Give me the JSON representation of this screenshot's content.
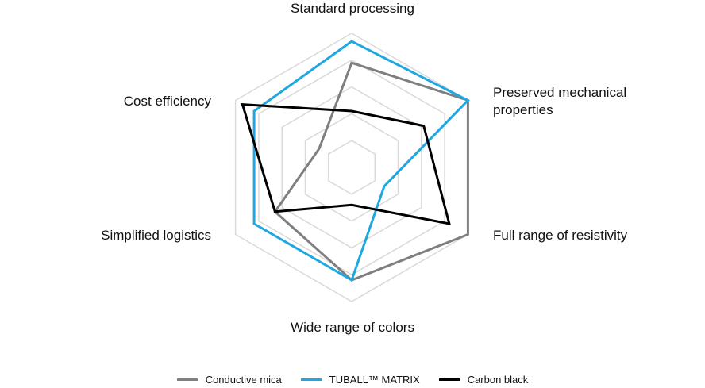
{
  "chart_data": {
    "type": "radar",
    "axes": [
      "Standard processing",
      "Preserved mechanical properties",
      "Full range of resistivity",
      "Wide range of colors",
      "Simplified logistics",
      "Cost efficiency"
    ],
    "rmax": 5,
    "grid_levels": [
      1,
      2,
      3,
      4,
      5
    ],
    "grid_color": "#d9d9d9",
    "series": [
      {
        "name": "Conductive mica",
        "color": "#7f7f7f",
        "values": [
          3.9,
          5,
          5,
          4.2,
          3.3,
          1.4
        ]
      },
      {
        "name": "TUBALL™ MATRIX",
        "color": "#1ea7e1",
        "values": [
          4.7,
          5,
          1.4,
          4.2,
          4.2,
          4.2
        ]
      },
      {
        "name": "Carbon black",
        "color": "#000000",
        "values": [
          2.1,
          3.1,
          4.2,
          1.4,
          3.3,
          4.7
        ]
      }
    ],
    "legend_position": "bottom"
  }
}
